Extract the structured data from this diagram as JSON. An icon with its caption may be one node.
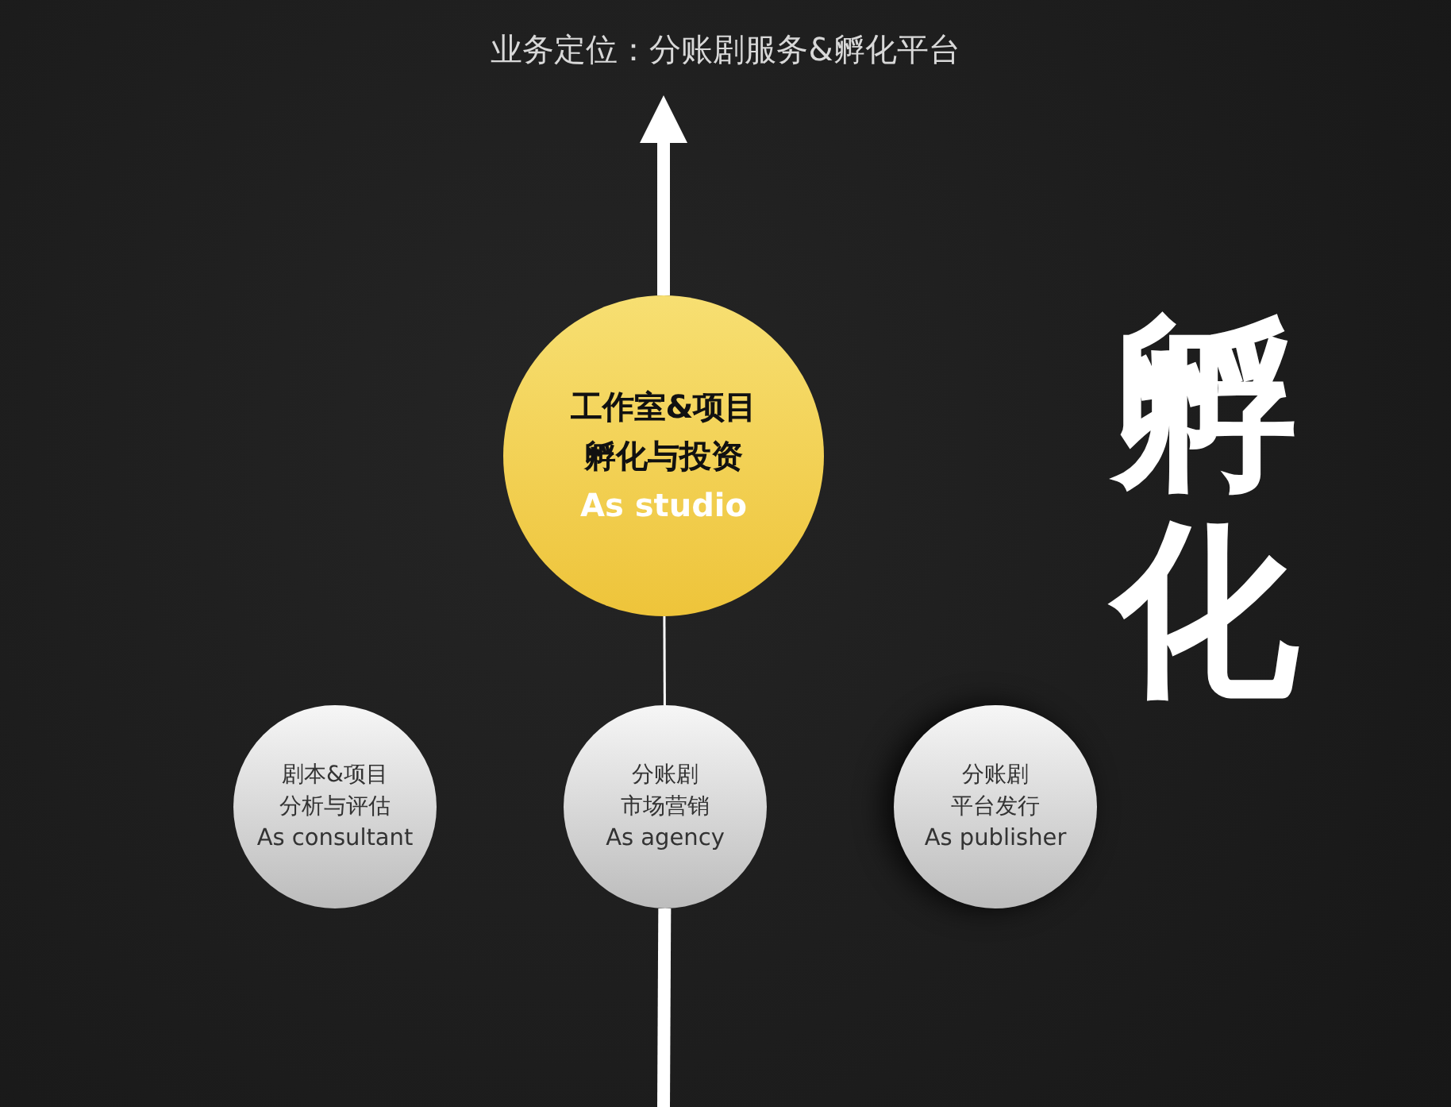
{
  "diagram": {
    "title": "业务定位：分账剧服务&孵化平台",
    "nodes": [
      {
        "text": [
          "工作室&项目",
          "孵化与投资",
          "As studio"
        ]
      },
      {
        "text": [
          "剧本&项目",
          "分析与评估",
          "As consultant"
        ]
      },
      {
        "text": [
          "分账剧",
          "市场营销",
          "As agency"
        ]
      },
      {
        "text": [
          "分账剧",
          "平台发行",
          "As publisher"
        ]
      }
    ],
    "edges": [
      {
        "from": null,
        "to": 2,
        "arrow": "none"
      },
      {
        "from": 2,
        "to": 0,
        "arrow": "none"
      },
      {
        "from": 0,
        "to": null,
        "arrow": "to"
      }
    ],
    "labels": [
      "孵化"
    ]
  }
}
